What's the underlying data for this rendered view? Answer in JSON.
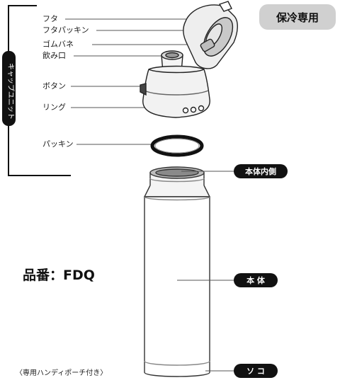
{
  "badge": "保冷専用",
  "side_label": "キャップユニット",
  "model": "品番：FDQ",
  "note": "〈専用ハンディポーチ付き〉",
  "parts": {
    "futa": "フタ",
    "futa_packing": "フタパッキン",
    "gomu_bane": "ゴムバネ",
    "nomikuchi": "飲み口",
    "button": "ボタン",
    "ring": "リング",
    "packing": "パッキン"
  },
  "body_labels": {
    "inner": "本体内側",
    "body": "本 体",
    "bottom": "ソ コ"
  },
  "colors": {
    "ink": "#111111",
    "badge_bg": "#d0d0d0",
    "pill_bg": "#111111"
  }
}
